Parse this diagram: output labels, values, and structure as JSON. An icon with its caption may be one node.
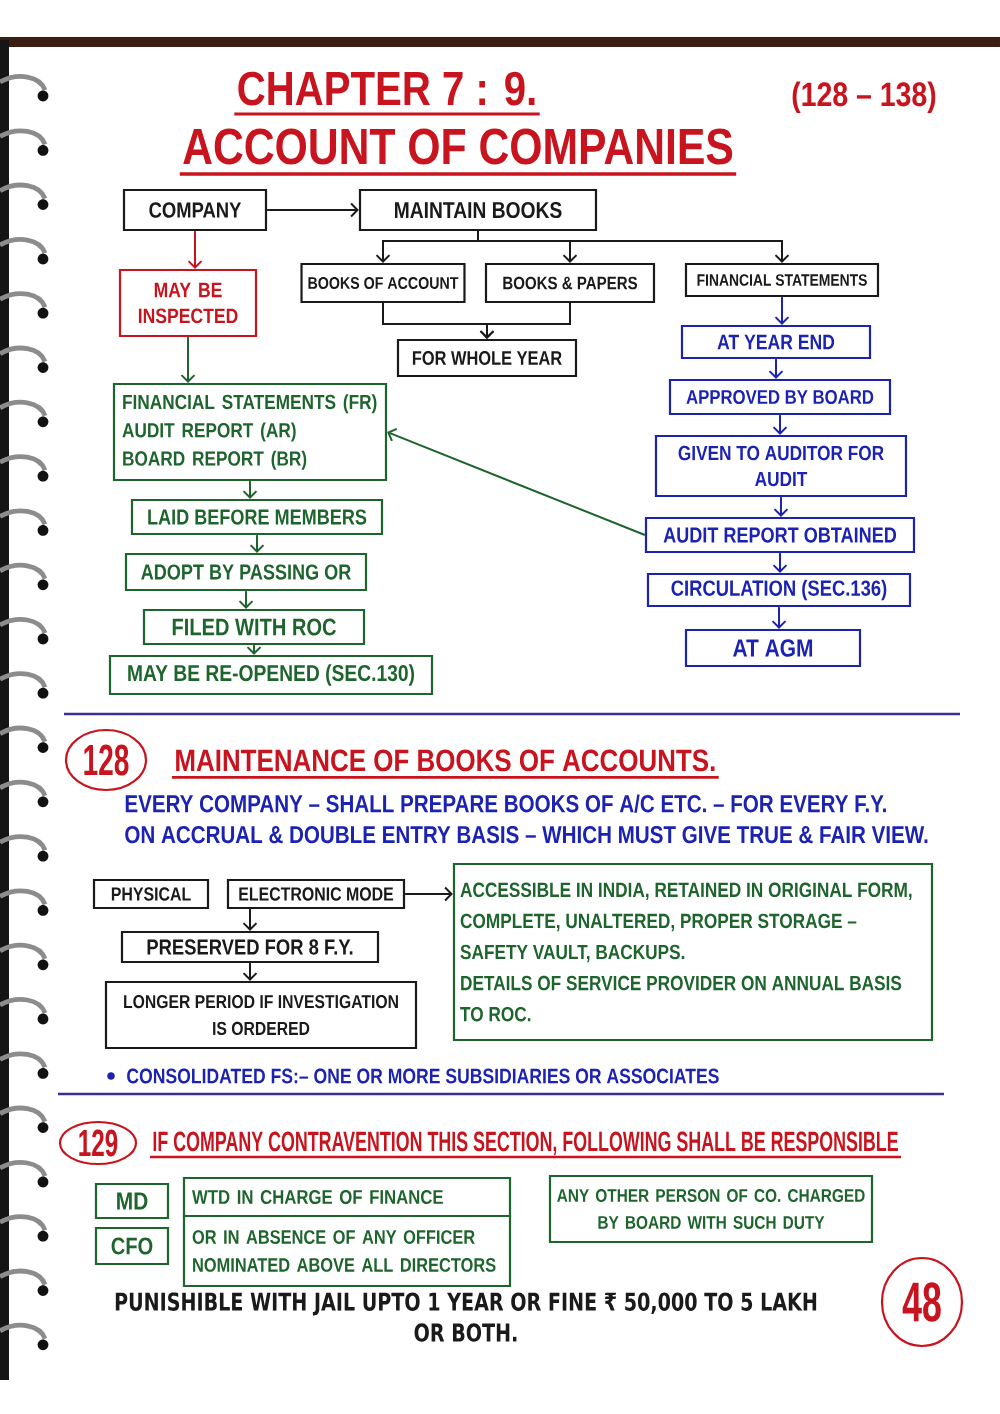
{
  "diagram": {
    "title": "ACCOUNT OF COMPANIES",
    "nodes": [
      {
        "text": [
          "COMPANY"
        ]
      },
      {
        "text": [
          "MAINTAIN BOOKS"
        ]
      },
      {
        "text": [
          "MAY BE INSPECTED"
        ]
      },
      {
        "text": [
          "BOOKS OF ACCOUNT"
        ]
      },
      {
        "text": [
          "BOOKS & PAPERS"
        ]
      },
      {
        "text": [
          "FINANCIAL STATEMENTS"
        ]
      },
      {
        "text": [
          "FOR WHOLE YEAR"
        ]
      },
      {
        "text": [
          "AT YEAR END"
        ]
      },
      {
        "text": [
          "APPROVED BY BOARD"
        ]
      },
      {
        "text": [
          "GIVEN TO AUDITOR FOR AUDIT"
        ]
      },
      {
        "text": [
          "AUDIT REPORT OBTAINED"
        ]
      },
      {
        "text": [
          "CIRCULATION (SEC.136)"
        ]
      },
      {
        "text": [
          "AT AGM"
        ]
      },
      {
        "text": [
          "FINANCIAL STATEMENTS (FR)",
          "AUDIT REPORT (AR)",
          "BOARD REPORT (BR)"
        ]
      },
      {
        "text": [
          "LAID BEFORE MEMBERS"
        ]
      },
      {
        "text": [
          "ADOPT BY PASSING OR"
        ]
      },
      {
        "text": [
          "FILED WITH ROC"
        ]
      },
      {
        "text": [
          "MAY BE RE-OPENED (SEC.130)"
        ]
      },
      {
        "text": [
          "128"
        ]
      },
      {
        "text": [
          "PHYSICAL"
        ]
      },
      {
        "text": [
          "ELECTRONIC MODE"
        ]
      },
      {
        "text": [
          "ACCESSIBLE IN INDIA, RETAINED IN ORIGINAL FORM, COMPLETE, UNALTERED, PROPER STORAGE – SAFETY VAULT, BACKUPS.",
          "DETAILS OF SERVICE PROVIDER ON ANNUAL BASIS TO ROC."
        ]
      },
      {
        "text": [
          "PRESERVED FOR 8 F.Y."
        ]
      },
      {
        "text": [
          "LONGER PERIOD IF INVESTIGATION IS ORDERED"
        ]
      },
      {
        "text": [
          "129"
        ]
      },
      {
        "text": [
          "MD"
        ]
      },
      {
        "text": [
          "CFO"
        ]
      },
      {
        "text": [
          "WTD IN CHARGE OF FINANCE"
        ]
      },
      {
        "text": [
          "OR IN ABSENCE OF ANY OFFICER NOMINATED ABOVE ALL DIRECTORS"
        ]
      },
      {
        "text": [
          "ANY OTHER PERSON OF CO. CHARGED BY BOARD WITH SUCH DUTY"
        ]
      },
      {
        "text": [
          "48"
        ]
      }
    ],
    "edges": [
      {
        "from": 0,
        "to": 1,
        "arrow": "to"
      },
      {
        "from": 1,
        "to": 3,
        "arrow": "to"
      },
      {
        "from": 1,
        "to": 4,
        "arrow": "to"
      },
      {
        "from": 1,
        "to": 5,
        "arrow": "to"
      },
      {
        "from": 3,
        "to": 6,
        "arrow": "to"
      },
      {
        "from": 4,
        "to": 6,
        "arrow": "to"
      },
      {
        "from": 0,
        "to": 2,
        "arrow": "to",
        "color": "#c8141e"
      },
      {
        "from": 2,
        "to": 13,
        "arrow": "to",
        "color": "#1e642d"
      },
      {
        "from": 5,
        "to": 7,
        "arrow": "to",
        "color": "#1c22b2"
      },
      {
        "from": 7,
        "to": 8,
        "arrow": "to",
        "color": "#1c22b2"
      },
      {
        "from": 8,
        "to": 9,
        "arrow": "to",
        "color": "#1c22b2"
      },
      {
        "from": 9,
        "to": 10,
        "arrow": "to",
        "color": "#1c22b2"
      },
      {
        "from": 10,
        "to": 11,
        "arrow": "to",
        "color": "#1c22b2"
      },
      {
        "from": 11,
        "to": 12,
        "arrow": "to",
        "color": "#1c22b2"
      },
      {
        "from": 10,
        "to": 13,
        "arrow": "to",
        "color": "#1e642d"
      },
      {
        "from": 13,
        "to": 14,
        "arrow": "to",
        "color": "#1e642d"
      },
      {
        "from": 14,
        "to": 15,
        "arrow": "to",
        "color": "#1e642d"
      },
      {
        "from": 15,
        "to": 16,
        "arrow": "to",
        "color": "#1e642d"
      },
      {
        "from": 16,
        "to": 17,
        "arrow": "to",
        "color": "#1e642d"
      },
      {
        "from": 20,
        "to": 21,
        "arrow": "to"
      },
      {
        "from": 20,
        "to": 22,
        "arrow": "to"
      },
      {
        "from": 22,
        "to": 23,
        "arrow": "to"
      }
    ],
    "labels": [
      "CHAPTER 7 : 9.",
      "(128 – 138)",
      "MAINTENANCE OF BOOKS OF ACCOUNTS.",
      "EVERY COMPANY – SHALL PREPARE BOOKS OF A/C ETC. – FOR EVERY F.Y. ON ACCRUAL & DOUBLE ENTRY BASIS – WHICH MUST GIVE TRUE & FAIR VIEW.",
      "CONSOLIDATED FS:– ONE OR MORE SUBSIDIARIES OR ASSOCIATES",
      "IF COMPANY CONTRAVENTION THIS SECTION, FOLLOWING SHALL BE RESPONSIBLE",
      "PUNISHIBLE WITH JAIL UPTO 1 YEAR OR FINE ₹ 50,000 TO 5 LAKH OR BOTH."
    ]
  }
}
